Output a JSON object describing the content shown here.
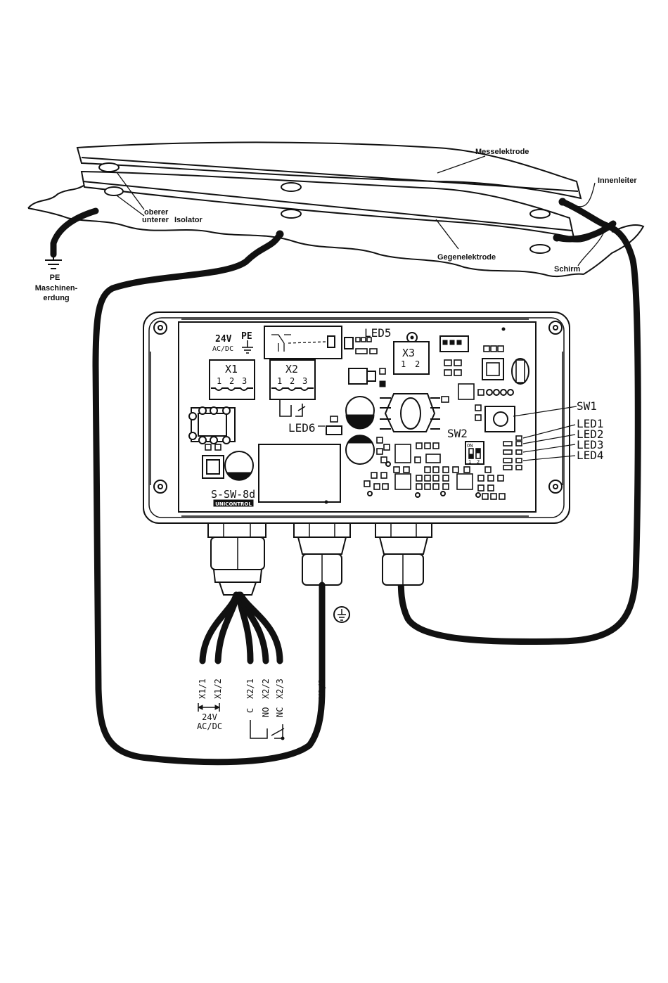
{
  "labels": {
    "messelektrode": "Messelektrode",
    "innenleiter": "Innenleiter",
    "oberer": "oberer",
    "unterer": "unterer",
    "isolator": "Isolator",
    "gegenelektrode": "Gegenelektrode",
    "schirm": "Schirm",
    "pe": "PE",
    "maschinen": "Maschinen-",
    "erdung": "erdung"
  },
  "board": {
    "v24": "24V",
    "acdc": "AC/DC",
    "pe": "PE",
    "x1": "X1",
    "x2": "X2",
    "x3": "X3",
    "pin1": "1",
    "pin2": "2",
    "pin3": "3",
    "led5": "LED5",
    "led6": "LED6",
    "sw1": "SW1",
    "sw2": "SW2",
    "led1": "LED1",
    "led2": "LED2",
    "led3": "LED3",
    "led4": "LED4",
    "model": "S-SW-8d",
    "brand": "UNICONTROL",
    "dip_on": "ON",
    "dip_1": "1",
    "dip_2": "2"
  },
  "wires": {
    "x11": "X1/1",
    "x12": "X1/2",
    "x21": "X2/1",
    "x22": "X2/2",
    "x23": "X2/3",
    "x13": "X1/3",
    "c": "C",
    "no": "NO",
    "nc": "NC",
    "v24": "24V",
    "acdc": "AC/DC"
  }
}
